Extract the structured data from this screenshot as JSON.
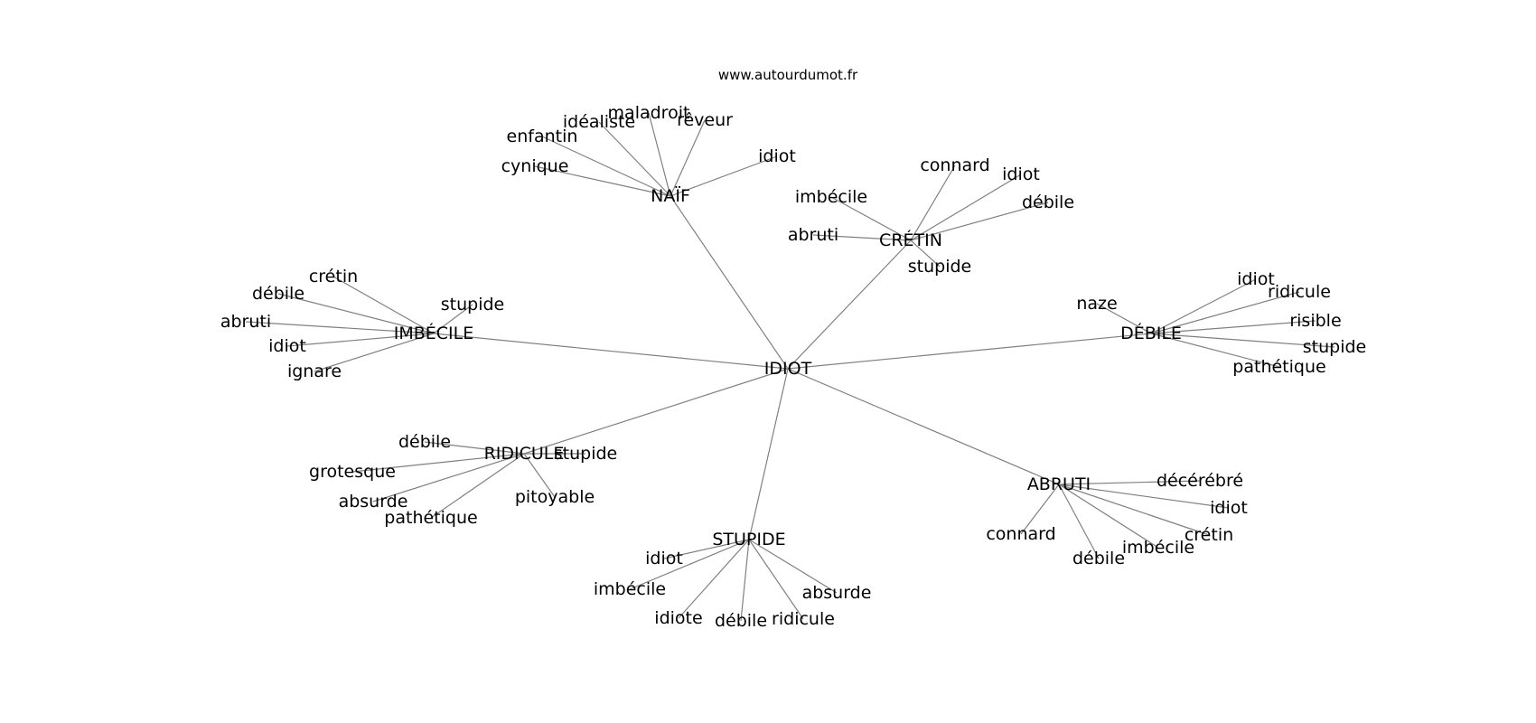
{
  "source": "www.autourdumot.fr",
  "center": "IDIOT",
  "clusters": [
    {
      "label": "NAÏF",
      "leaves": [
        "idiot",
        "rêveur",
        "maladroit",
        "idéaliste",
        "enfantin",
        "cynique"
      ]
    },
    {
      "label": "CRÉTIN",
      "leaves": [
        "connard",
        "idiot",
        "débile",
        "imbécile",
        "abruti",
        "stupide"
      ]
    },
    {
      "label": "IMBÉCILE",
      "leaves": [
        "crétin",
        "débile",
        "stupide",
        "abruti",
        "idiot",
        "ignare"
      ]
    },
    {
      "label": "DÉBILE",
      "leaves": [
        "naze",
        "idiot",
        "ridicule",
        "risible",
        "stupide",
        "pathétique"
      ]
    },
    {
      "label": "RIDICULE",
      "leaves": [
        "débile",
        "stupide",
        "grotesque",
        "absurde",
        "pathétique",
        "pitoyable"
      ]
    },
    {
      "label": "ABRUTI",
      "leaves": [
        "décérébré",
        "idiot",
        "crétin",
        "imbécile",
        "débile",
        "connard"
      ]
    },
    {
      "label": "STUPIDE",
      "leaves": [
        "idiot",
        "imbécile",
        "idiote",
        "débile",
        "ridicule",
        "absurde"
      ]
    }
  ]
}
